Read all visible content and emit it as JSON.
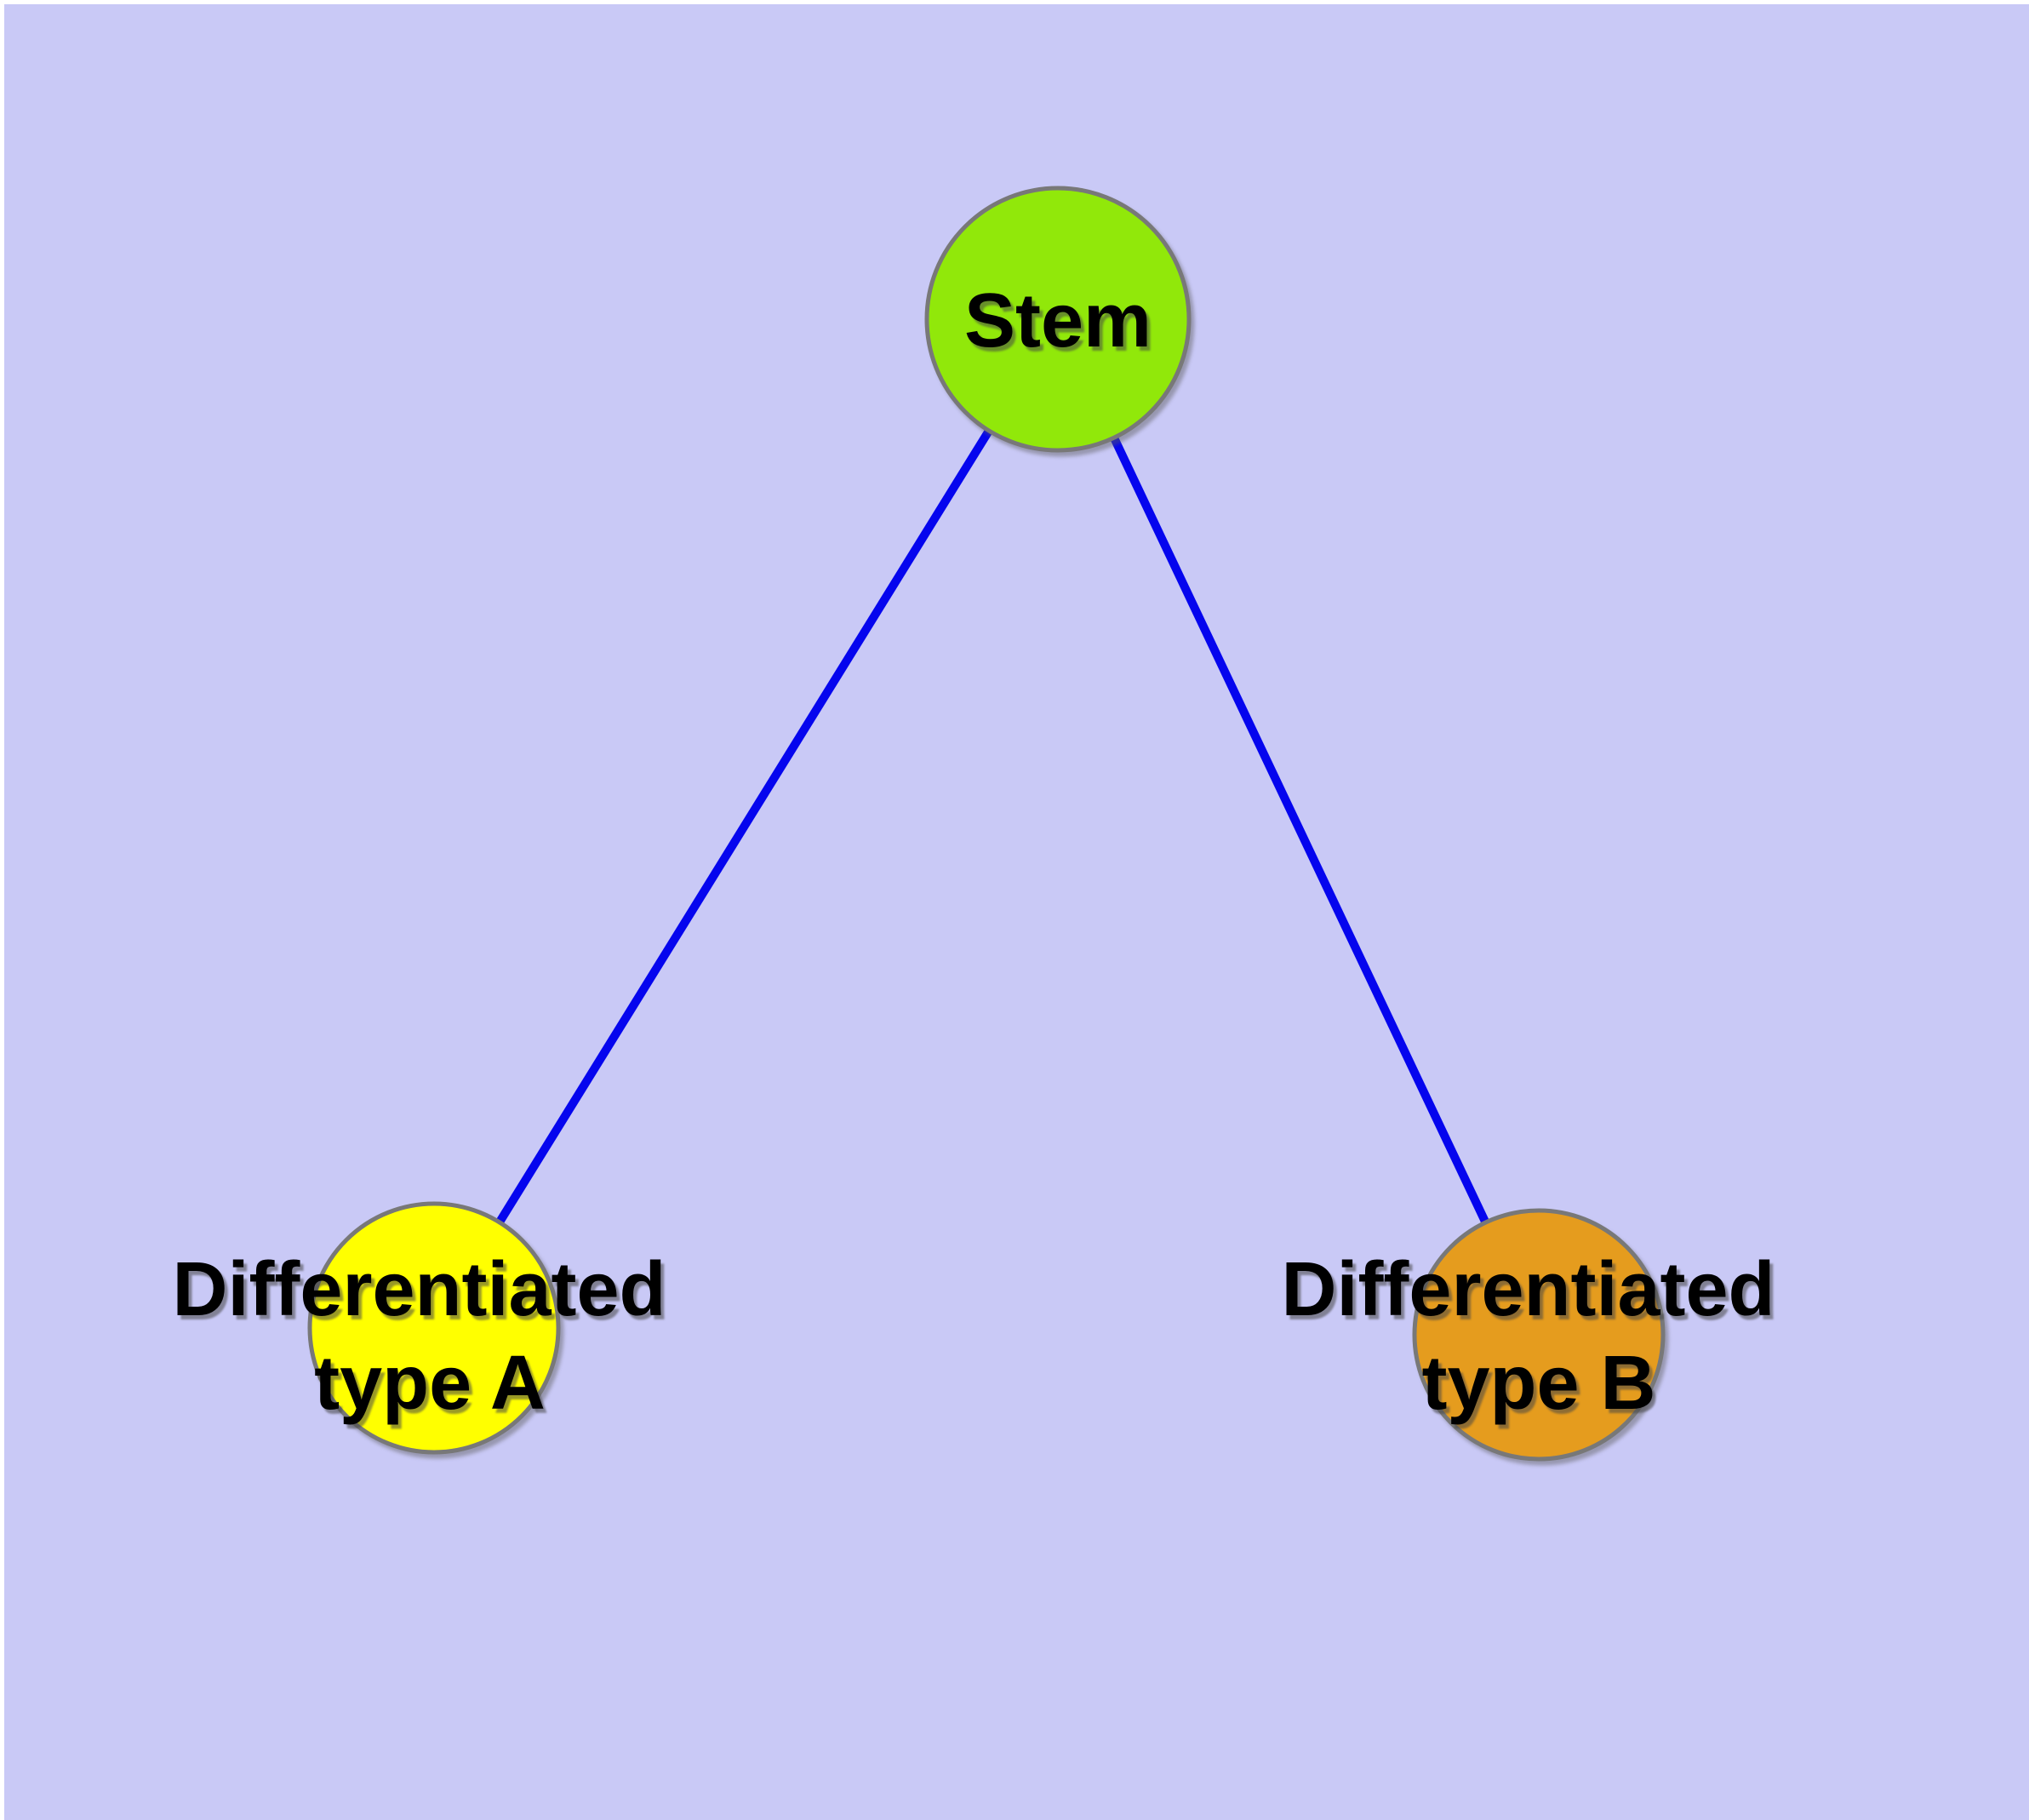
{
  "colors": {
    "page_margin": "#ffffff",
    "background": "#c9c9f6",
    "node_border": "#787878",
    "edge": "#0505ee",
    "label": "#000000"
  },
  "nodes": [
    {
      "id": "stem",
      "label_line1": "Stem",
      "label_line2": "",
      "color": "#91e80a"
    },
    {
      "id": "type-a",
      "label_line1": "Differentiated",
      "label_line2": "type A",
      "color": "#ffff00"
    },
    {
      "id": "type-b",
      "label_line1": "Differentiated",
      "label_line2": "type B",
      "color": "#e59c1e"
    }
  ],
  "edges": [
    {
      "from": "stem",
      "to": "type-a"
    },
    {
      "from": "stem",
      "to": "type-b"
    }
  ]
}
